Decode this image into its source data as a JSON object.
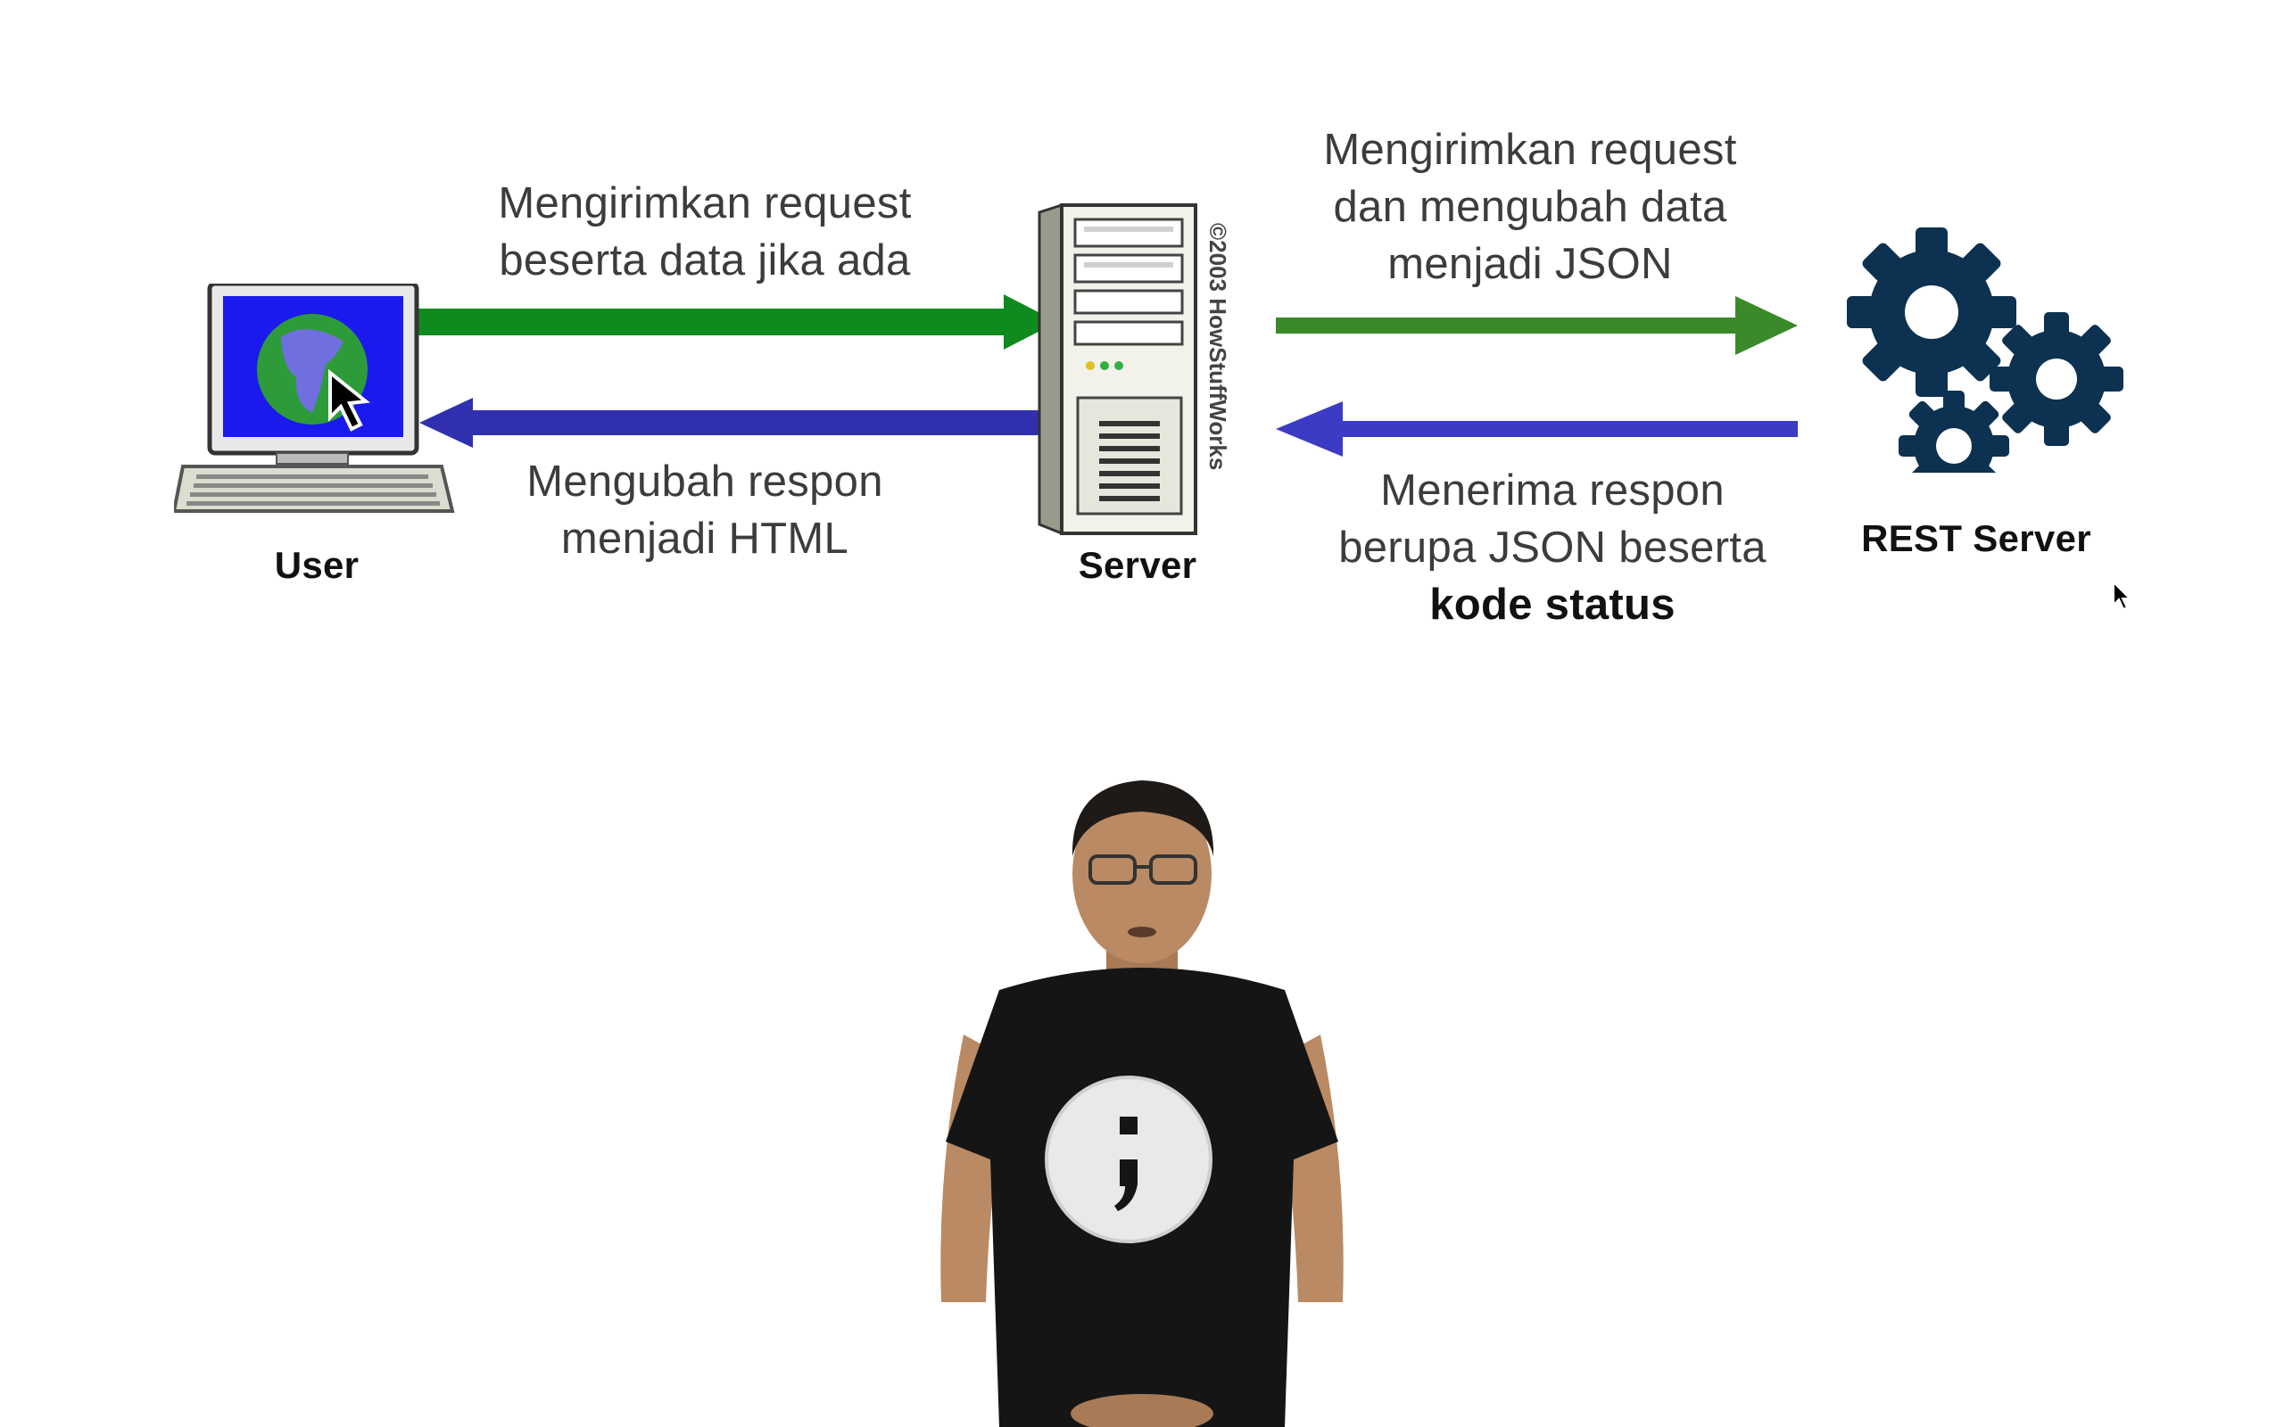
{
  "nodes": {
    "user": {
      "label": "User"
    },
    "server": {
      "label": "Server",
      "watermark": "©2003 HowStuffWorks"
    },
    "rest_server": {
      "label": "REST Server"
    }
  },
  "edges": {
    "user_to_server": {
      "lines": [
        "Mengirimkan request",
        "beserta data jika ada"
      ],
      "color": "#0f8a1f"
    },
    "server_to_user": {
      "lines": [
        "Mengubah respon",
        "menjadi HTML"
      ],
      "color": "#2f2fb0"
    },
    "server_to_rest": {
      "lines": [
        "Mengirimkan request",
        "dan mengubah data",
        "menjadi JSON"
      ],
      "color": "#3a8a2a"
    },
    "rest_to_server": {
      "lines": [
        "Menerima respon",
        "berupa JSON beserta"
      ],
      "bold_line": "kode status",
      "color": "#3b3bc4"
    }
  },
  "colors": {
    "gear": "#0d3150",
    "monitor_screen": "#1a1aee",
    "globe": "#2e9b3b",
    "shirt": "#151515",
    "skin": "#b98a63"
  }
}
